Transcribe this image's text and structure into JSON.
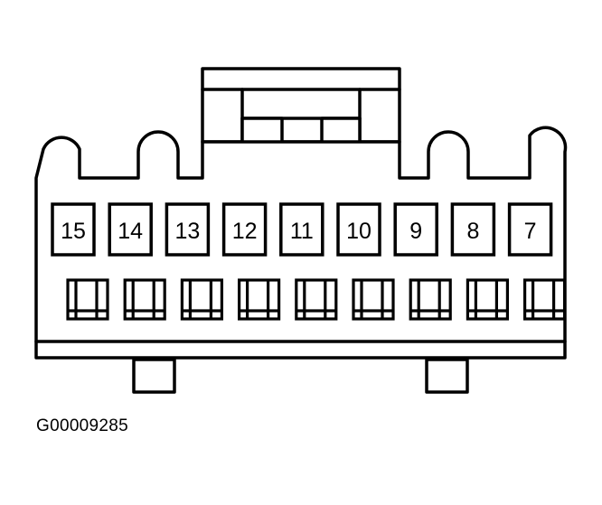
{
  "connector": {
    "pins": [
      "15",
      "14",
      "13",
      "12",
      "11",
      "10",
      "9",
      "8",
      "7"
    ]
  },
  "figure_id": "G00009285",
  "colors": {
    "stroke": "#000000",
    "background": "#ffffff"
  }
}
